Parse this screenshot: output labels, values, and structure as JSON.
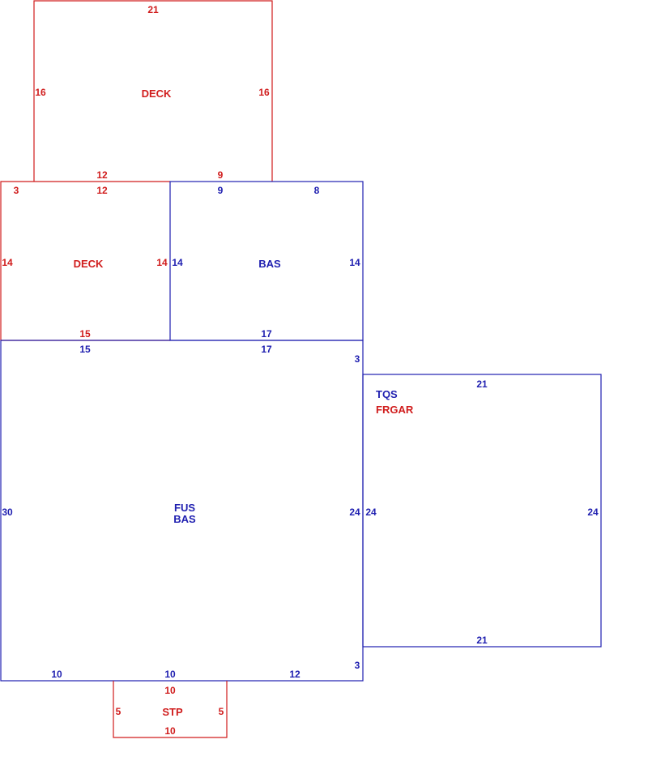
{
  "colors": {
    "red": "#d01c1c",
    "blue": "#1f1fb0"
  },
  "areas": {
    "deck_upper": {
      "name": "DECK"
    },
    "deck_lower": {
      "name": "DECK"
    },
    "bas_small": {
      "name": "BAS"
    },
    "fus_bas": {
      "line1": "FUS",
      "line2": "BAS"
    },
    "garage": {
      "line1": "TQS",
      "line2": "FRGAR"
    },
    "stoop": {
      "name": "STP"
    }
  },
  "dimensions": {
    "deck_upper": {
      "top": "21",
      "left": "16",
      "right": "16",
      "bottom_left": "12",
      "bottom_right": "9"
    },
    "deck_lower": {
      "corner": "3",
      "top": "12",
      "left": "14",
      "right": "14",
      "bottom": "15"
    },
    "bas_small": {
      "top_left": "9",
      "top_right": "8",
      "left": "14",
      "right": "14",
      "bottom": "17"
    },
    "fus_bas": {
      "top_left": "15",
      "top_right": "17",
      "right_top": "3",
      "left": "30",
      "right": "24",
      "right_bottom": "3",
      "bottom_left": "10",
      "bottom_mid": "10",
      "bottom_right": "12"
    },
    "garage": {
      "top": "21",
      "left": "24",
      "right": "24",
      "bottom": "21"
    },
    "stoop": {
      "top": "10",
      "left": "5",
      "right": "5",
      "bottom": "10"
    }
  }
}
